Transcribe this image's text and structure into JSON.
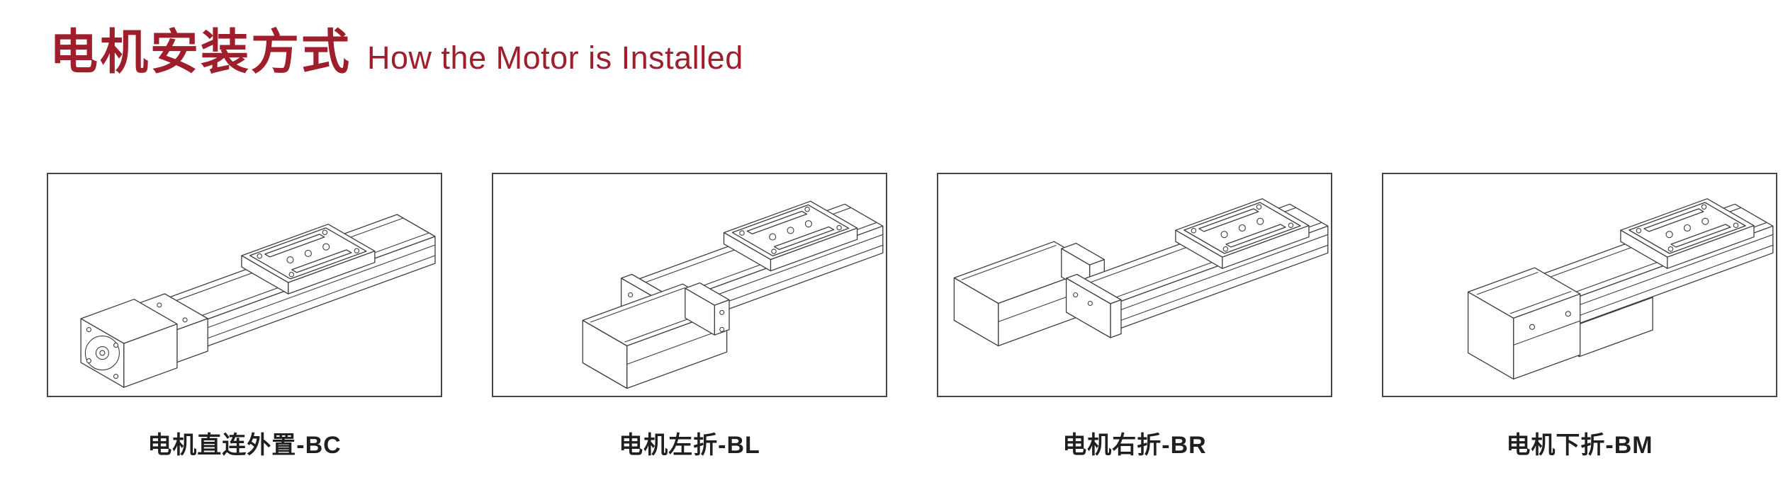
{
  "header": {
    "title_zh": "电机安装方式",
    "title_en": "How the Motor is Installed",
    "accent_color": "#9E1E2C"
  },
  "figures": [
    {
      "id": "BC",
      "caption": "电机直连外置-BC",
      "meaning": "motor-direct-inline-external"
    },
    {
      "id": "BL",
      "caption": "电机左折-BL",
      "meaning": "motor-folded-left"
    },
    {
      "id": "BR",
      "caption": "电机右折-BR",
      "meaning": "motor-folded-right"
    },
    {
      "id": "BM",
      "caption": "电机下折-BM",
      "meaning": "motor-folded-under"
    }
  ]
}
